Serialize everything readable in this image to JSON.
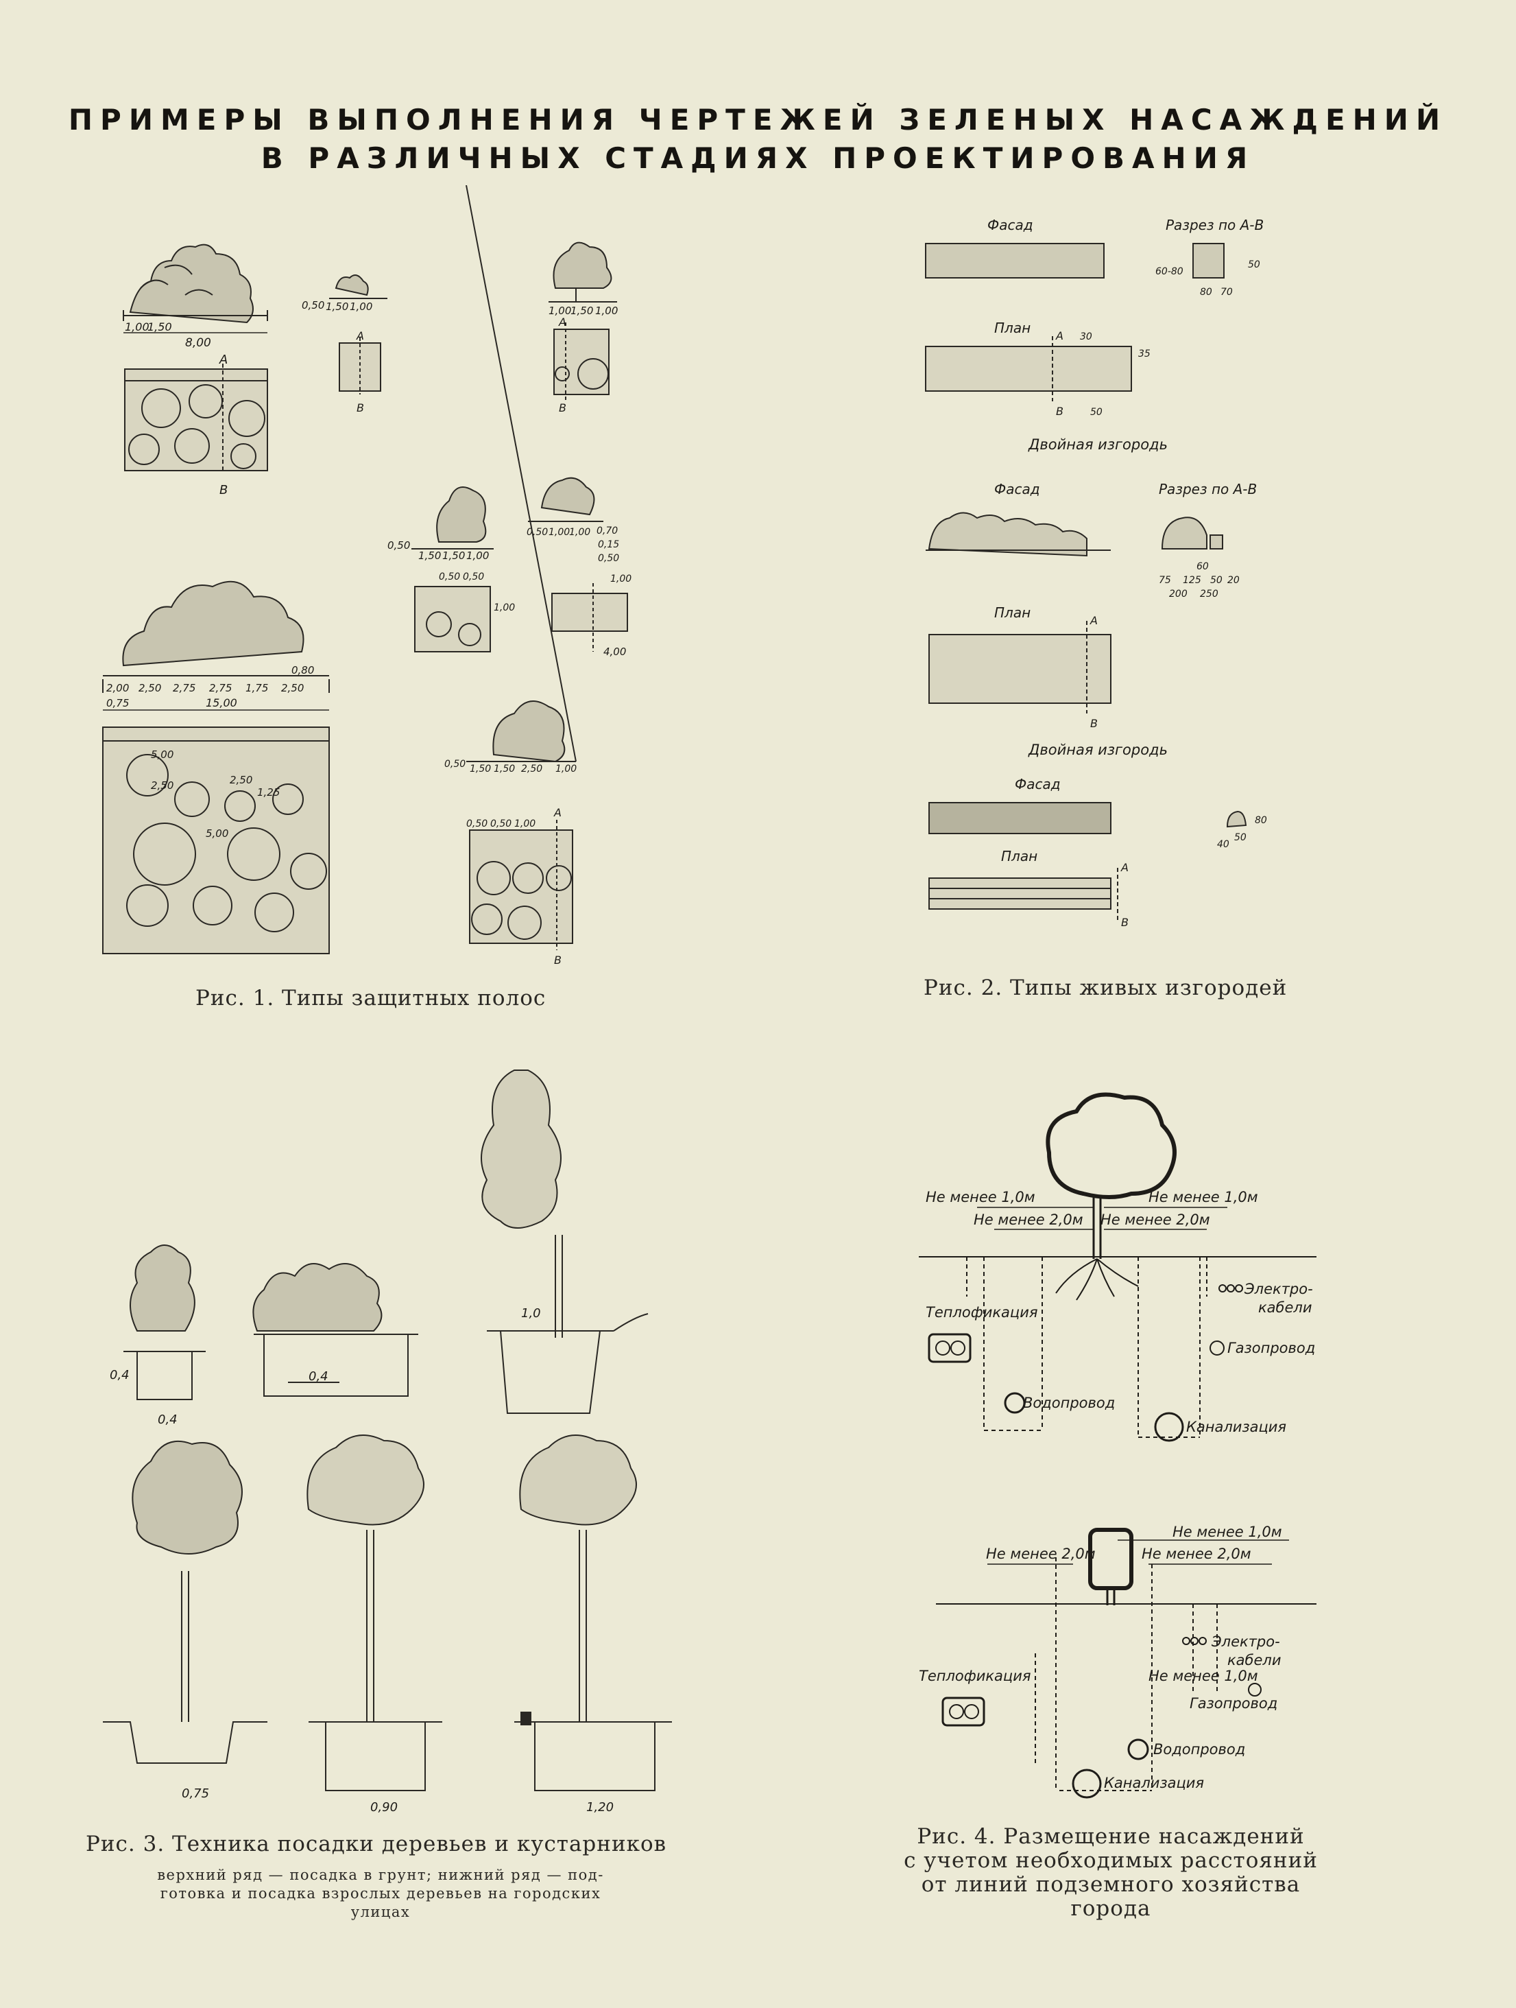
{
  "title": {
    "line1": "ПРИМЕРЫ ВЫПОЛНЕНИЯ  ЧЕРТЕЖЕЙ ЗЕЛЕНЫХ НАСАЖДЕНИЙ",
    "line2": "В РАЗЛИЧНЫХ  СТАДИЯХ  ПРОЕКТИРОВАНИЯ"
  },
  "fig1": {
    "caption": "Рис. 1. Типы защитных полос",
    "dims_top": [
      "1,00",
      "1,50",
      "8,00"
    ],
    "dims_small": [
      "0,50",
      "1,50",
      "1,00"
    ],
    "dims_small2": [
      "1,00",
      "1,50",
      "1,00"
    ],
    "dims_mid": [
      "0,50",
      "1,50",
      "1,50",
      "1,00",
      "0,50",
      "0,50",
      "1,00"
    ],
    "dims_mid2": [
      "0,50",
      "1,00",
      "1,00",
      "0,70",
      "0,15",
      "0,50",
      "1,00",
      "4,00"
    ],
    "dims_big": [
      "0,80",
      "2,00",
      "2,50",
      "2,75",
      "2,75",
      "1,75",
      "2,50",
      "0,75",
      "15,00"
    ],
    "dims_big_plan": [
      "5,00",
      "2,50",
      "2,50",
      "1,25",
      "5,00"
    ],
    "dims_low": [
      "0,50",
      "1,50",
      "1,50",
      "2,50",
      "1,00",
      "0,50",
      "0,50",
      "1,00"
    ],
    "section_a": "А",
    "section_b": "В"
  },
  "fig2": {
    "caption": "Рис. 2. Типы живых изгородей",
    "facade": "Фасад",
    "section1": "Разрез по А-В",
    "section2": "Разрез по А-В",
    "plan": "План",
    "double_hedge": "Двойная изгородь",
    "dims1": [
      "60-80",
      "50",
      "80",
      "70"
    ],
    "dims1_plan": [
      "30",
      "35",
      "50"
    ],
    "dims2": [
      "60",
      "75",
      "125",
      "50",
      "20",
      "200",
      "250"
    ],
    "dims3": [
      "80",
      "40",
      "50"
    ],
    "section_a": "А",
    "section_b": "В"
  },
  "fig3": {
    "caption": "Рис. 3. Техника посадки деревьев и кустарников",
    "subcaption_l1": "верхний ряд — посадка в грунт; нижний ряд — под-",
    "subcaption_l2": "готовка и посадка взрослых деревьев на городских",
    "subcaption_l3": "улицах",
    "dims_top": [
      "0,4",
      "0,4",
      "0,4",
      "1,0"
    ],
    "dims_bottom": [
      "0,75",
      "0,90",
      "1,20"
    ]
  },
  "fig4": {
    "caption_l1": "Рис.  4.  Размещение  насаждений",
    "caption_l2": "с  учетом  необходимых  расстояний",
    "caption_l3": "от  линий  подземного  хозяйства",
    "caption_l4": "города",
    "min1": "Не менее 1,0м",
    "min2": "Не менее 2,0м",
    "heating": "Теплофикация",
    "cables_1": "Электро-",
    "cables_2": "кабели",
    "gas": "Газопровод",
    "water": "Водопровод",
    "sewer": "Канализация"
  }
}
